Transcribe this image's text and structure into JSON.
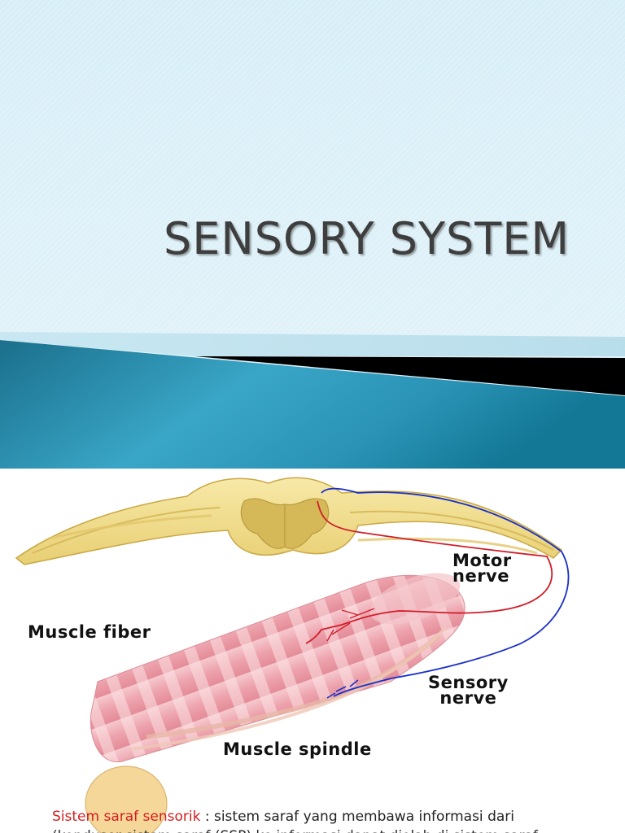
{
  "title_slide": {
    "title": "SENSORY SYSTEM"
  },
  "diagram_slide": {
    "labels": {
      "motor_line1": "Motor",
      "motor_line2": "nerve",
      "muscle_fiber": "Muscle fiber",
      "sensory_line1": "Sensory",
      "sensory_line2": "nerve",
      "muscle_spindle": "Muscle spindle"
    },
    "caption": {
      "term": "Sistem saraf sensorik",
      "text": " : sistem saraf yang membawa informasi dari",
      "line2": "(konduser sistem saraf (SSP) ke informasi dapat diolah di sistem saraf"
    }
  },
  "colors": {
    "title_bg": "#dceff7",
    "band_teal": "#1d84a3",
    "motor_nerve": "#d01e2a",
    "sensory_nerve": "#1a2fc8",
    "caption_term": "#d41e1e"
  }
}
